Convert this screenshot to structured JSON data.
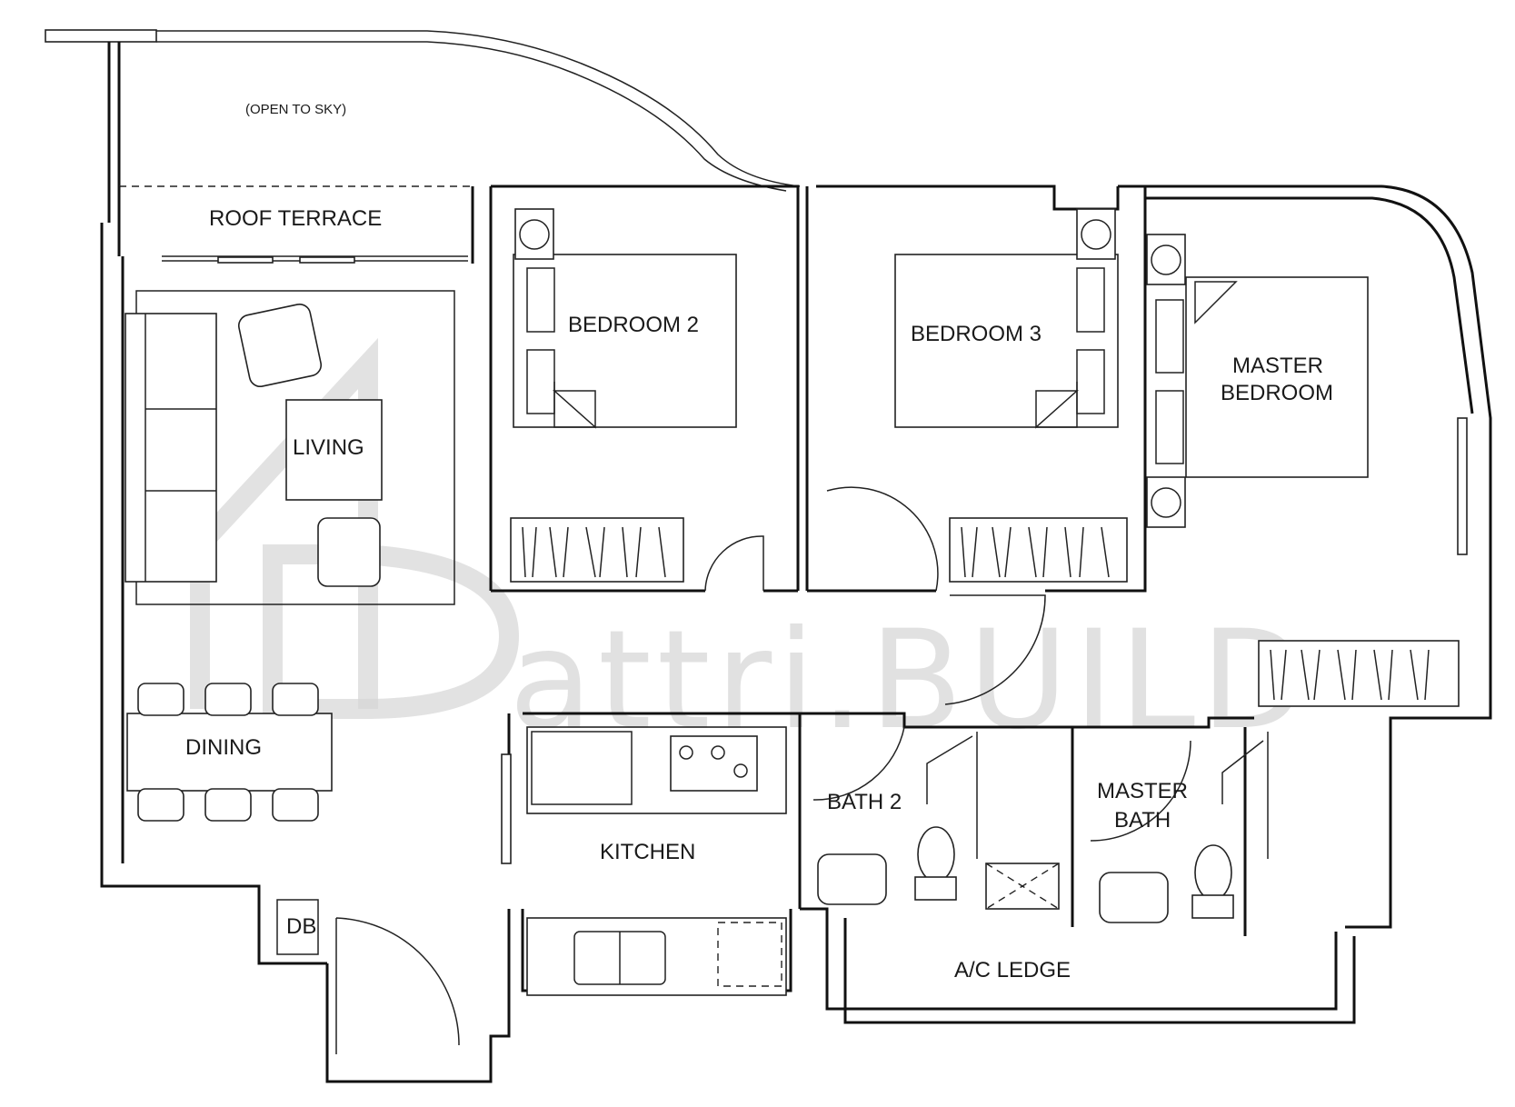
{
  "rooms": {
    "open_to_sky": "(OPEN TO SKY)",
    "roof_terrace": "ROOF TERRACE",
    "bedroom_2": "BEDROOM 2",
    "bedroom_3": "BEDROOM 3",
    "master_bedroom_line1": "MASTER",
    "master_bedroom_line2": "BEDROOM",
    "living": "LIVING",
    "dining": "DINING",
    "kitchen": "KITCHEN",
    "bath_2": "BATH 2",
    "master_bath_line1": "MASTER",
    "master_bath_line2": "BATH",
    "db": "DB",
    "ac_ledge": "A/C LEDGE"
  },
  "watermark": {
    "text": "attri.BUILD"
  }
}
